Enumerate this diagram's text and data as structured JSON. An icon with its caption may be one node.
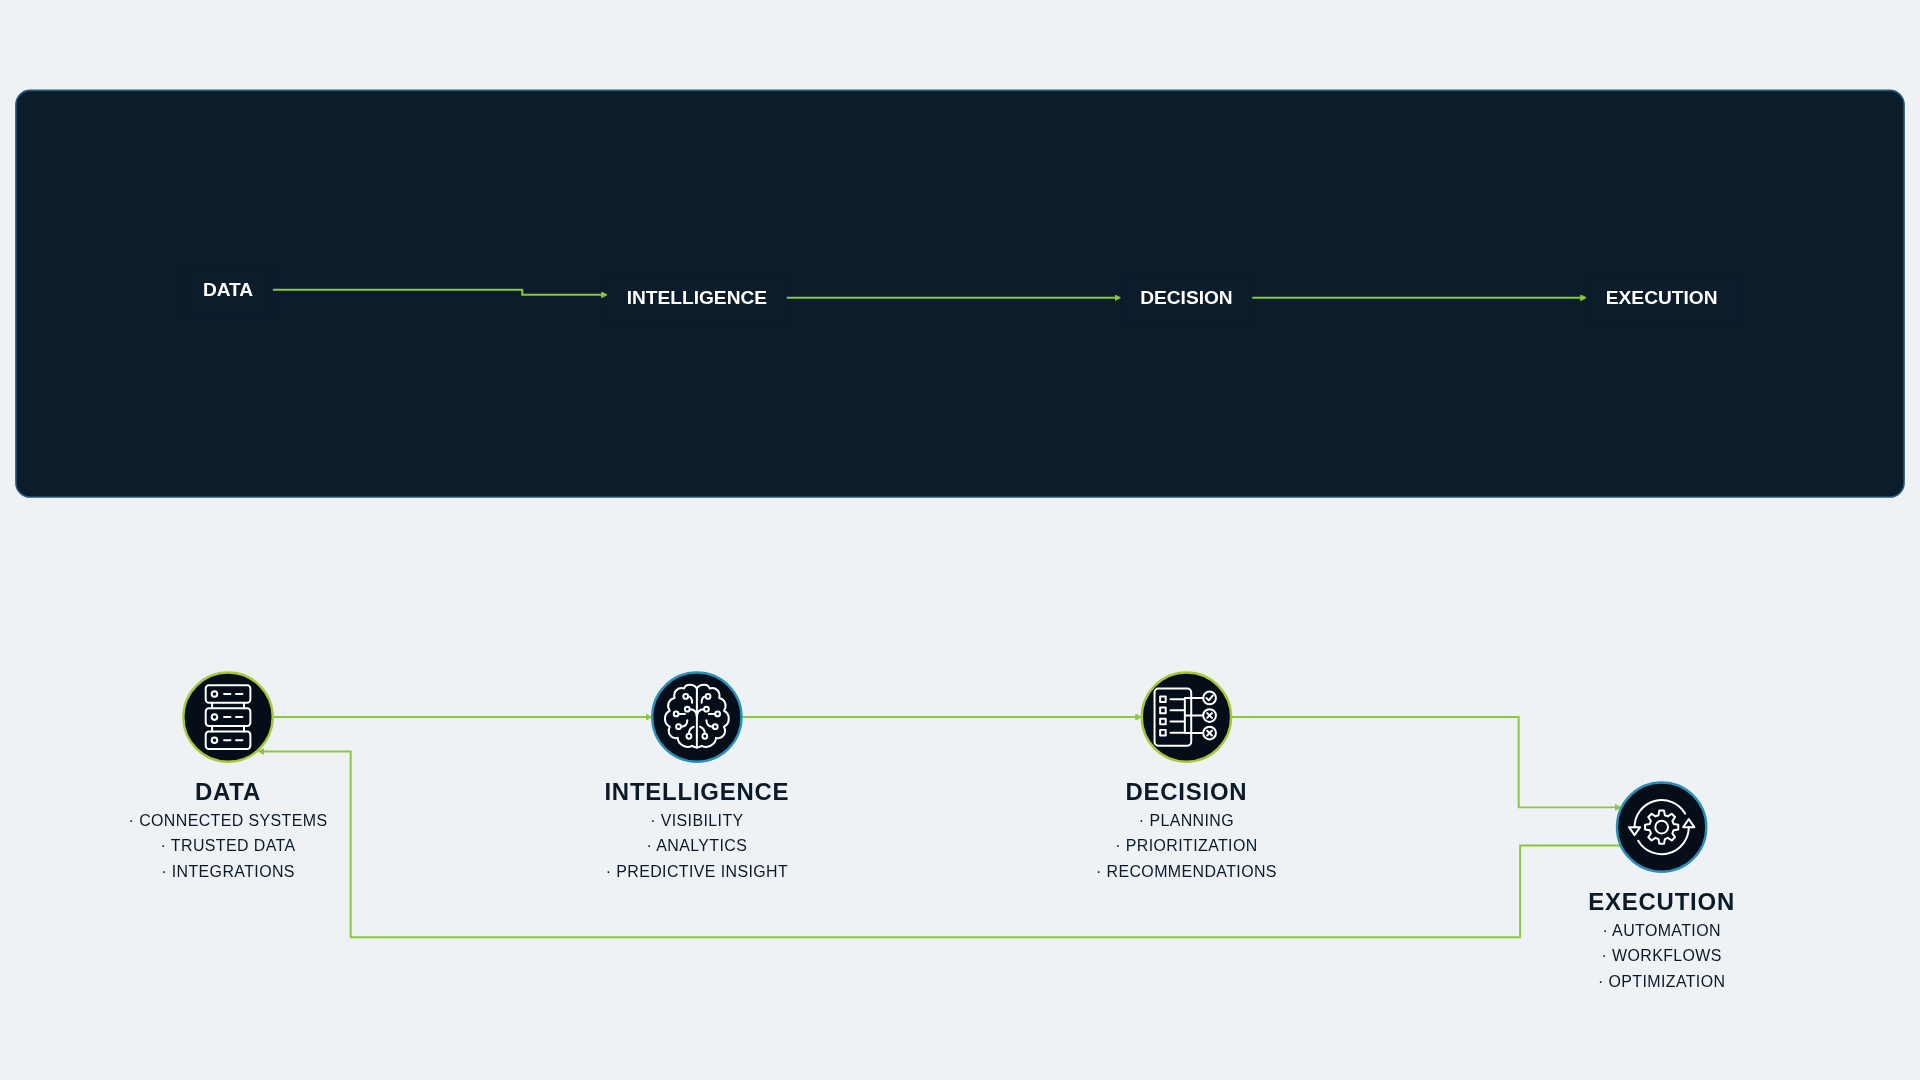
{
  "diagram": {
    "nodes": [
      {
        "text": [],
        "shape": "box"
      },
      {
        "text": [
          "DATA"
        ],
        "in": 0
      },
      {
        "text": [
          "INTELLIGENCE"
        ],
        "in": 0
      },
      {
        "text": [
          "DECISION"
        ],
        "in": 0
      },
      {
        "text": [
          "EXECUTION"
        ],
        "in": 0
      },
      {
        "text": [],
        "shape": "circle",
        "beside": [
          "DATA",
          "· CONNECTED SYSTEMS",
          "· TRUSTED DATA",
          "· INTEGRATIONS"
        ]
      },
      {
        "text": [],
        "shape": "circle",
        "beside": [
          "INTELLIGENCE",
          "· VISIBILITY",
          "· ANALYTICS",
          "· PREDICTIVE INSIGHT"
        ]
      },
      {
        "text": [],
        "shape": "circle",
        "beside": [
          "DECISION",
          "· PLANNING",
          "· PRIORITIZATION",
          "· RECOMMENDATIONS"
        ]
      },
      {
        "text": [],
        "shape": "circle",
        "beside": [
          "EXECUTION",
          "· AUTOMATION",
          "· WORKFLOWS",
          "· OPTIMIZATION"
        ]
      }
    ],
    "edges": [
      {
        "from": 1,
        "to": 2,
        "arrow": "to"
      },
      {
        "from": 2,
        "to": 3,
        "arrow": "to"
      },
      {
        "from": 3,
        "to": 4,
        "arrow": "to"
      },
      {
        "from": 5,
        "to": 6,
        "arrow": "to"
      },
      {
        "from": 6,
        "to": 7,
        "arrow": "to"
      },
      {
        "from": 7,
        "to": 8,
        "arrow": "to"
      },
      {
        "from": 8,
        "to": 5,
        "arrow": "to"
      }
    ]
  }
}
